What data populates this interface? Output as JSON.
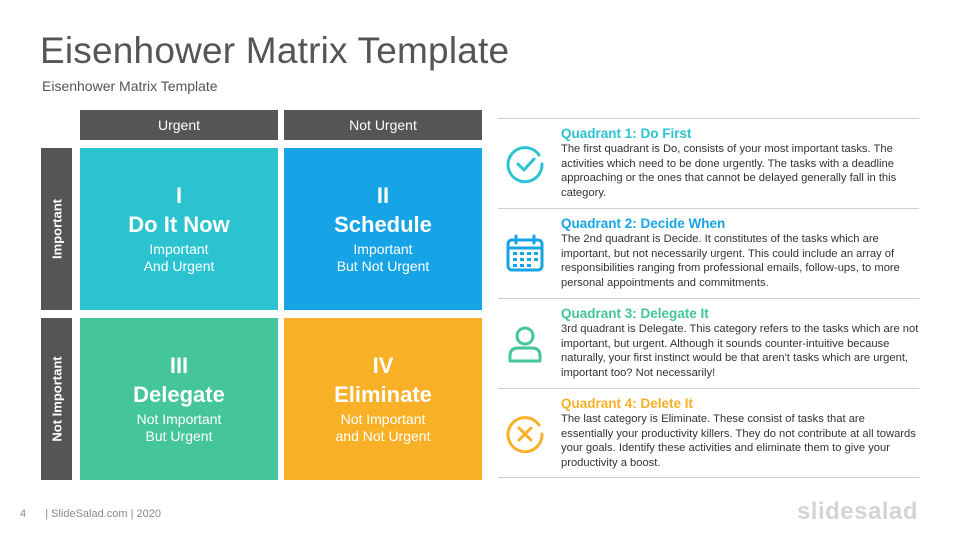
{
  "title": "Eisenhower Matrix Template",
  "subtitle": "Eisenhower Matrix Template",
  "columns": [
    "Urgent",
    "Not Urgent"
  ],
  "rows": [
    "Important",
    "Not Important"
  ],
  "quadrants": [
    {
      "num": "I",
      "name": "Do It Now",
      "line1": "Important",
      "line2": "And Urgent",
      "color": "#2cc3d1"
    },
    {
      "num": "II",
      "name": "Schedule",
      "line1": "Important",
      "line2": "But Not Urgent",
      "color": "#17a4e6"
    },
    {
      "num": "III",
      "name": "Delegate",
      "line1": "Not Important",
      "line2": "But Urgent",
      "color": "#45c59b"
    },
    {
      "num": "IV",
      "name": "Eliminate",
      "line1": "Not Important",
      "line2": "and Not Urgent",
      "color": "#f8b027"
    }
  ],
  "descriptions": [
    {
      "heading": "Quadrant 1: Do First",
      "icon": "check-circle-icon",
      "color": "#2cc3d1",
      "text": "The first quadrant is Do, consists of your most important tasks. The activities which need to be done urgently. The tasks with a deadline approaching or the ones that cannot be delayed generally fall in this category."
    },
    {
      "heading": "Quadrant 2: Decide When",
      "icon": "calendar-icon",
      "color": "#17a4e6",
      "text": "The 2nd quadrant is Decide. It constitutes of the tasks which are important, but not necessarily urgent. This could include an array of responsibilities ranging from professional emails, follow-ups, to more personal appointments and commitments."
    },
    {
      "heading": "Quadrant 3: Delegate It",
      "icon": "user-icon",
      "color": "#45c59b",
      "text": "3rd quadrant is Delegate. This category refers to the tasks which are not important, but urgent. Although it sounds counter-intuitive because naturally, your first instinct would be that aren't tasks which are urgent, important too? Not necessarily!"
    },
    {
      "heading": "Quadrant 4: Delete It",
      "icon": "x-circle-icon",
      "color": "#f8b027",
      "text": "The last category is Eliminate. These consist of tasks that are essentially your productivity killers. They do not contribute at all towards your goals. Identify these activities and eliminate them to give your productivity a boost."
    }
  ],
  "footer": {
    "page": "4",
    "credit": "| SlideSalad.com | 2020",
    "brand": "slidesalad"
  }
}
